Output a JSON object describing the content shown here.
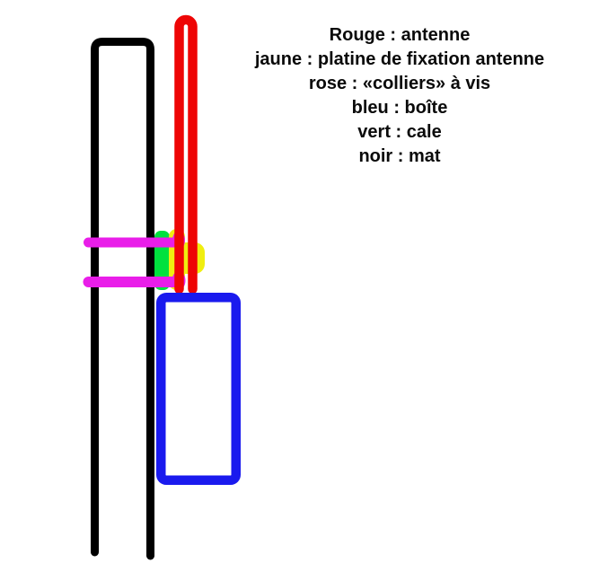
{
  "legend": {
    "lines": [
      "Rouge : antenne",
      "jaune : platine de fixation antenne",
      "rose : «colliers» à vis",
      "bleu : boîte",
      "vert : cale",
      "noir : mat"
    ]
  },
  "colors": {
    "red": "#ee0505",
    "yellow": "#f0ee10",
    "pink": "#e91ee9",
    "blue": "#1a1aee",
    "green": "#00e13e",
    "black": "#000000",
    "background": "#ffffff"
  }
}
